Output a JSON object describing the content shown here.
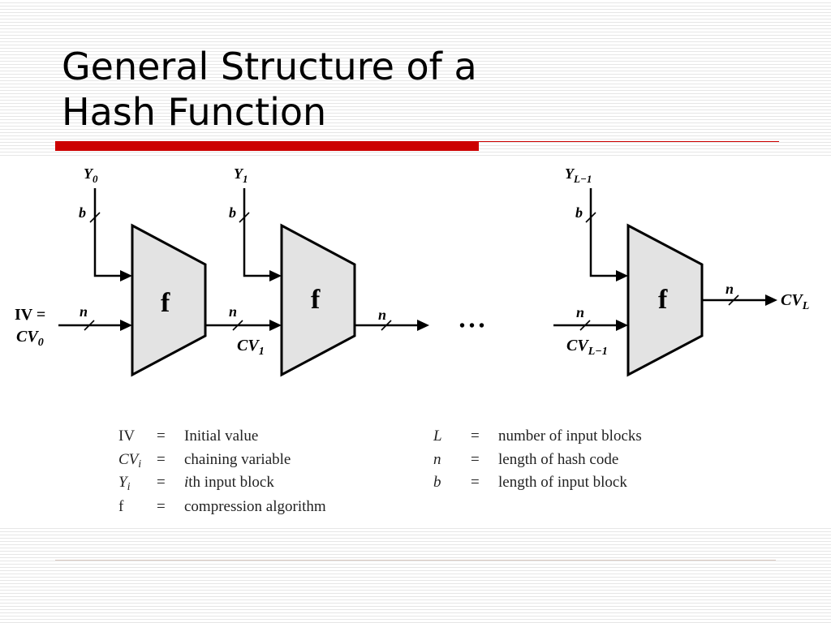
{
  "slide": {
    "title_line1": "General Structure of a",
    "title_line2": "Hash Function",
    "accent_color": "#cc0000"
  },
  "diagram": {
    "inputs": [
      {
        "symbol": "Y",
        "sub": "0"
      },
      {
        "symbol": "Y",
        "sub": "1"
      },
      {
        "symbol": "Y",
        "sub": "L−1"
      }
    ],
    "width_b": "b",
    "width_n": "n",
    "block_label": "f",
    "iv_line1": "IV =",
    "iv_cv": "CV",
    "iv_sub": "0",
    "cv1": "CV",
    "cv1_sub": "1",
    "cvl1": "CV",
    "cvl1_sub": "L−1",
    "cvl": "CV",
    "cvl_sub": "L",
    "ellipsis": "• • •"
  },
  "legend": {
    "left": [
      {
        "term": "IV",
        "term_sub": "",
        "eq": "=",
        "def": "Initial value"
      },
      {
        "term": "CV",
        "term_sub": "i",
        "eq": "=",
        "def": "chaining variable"
      },
      {
        "term": "Y",
        "term_sub": "i",
        "eq": "=",
        "def_prefix": "i",
        "def": "th input block"
      },
      {
        "term": "f",
        "term_sub": "",
        "eq": "=",
        "def": "compression algorithm"
      }
    ],
    "right": [
      {
        "term": "L",
        "eq": "=",
        "def": "number of input blocks"
      },
      {
        "term": "n",
        "eq": "=",
        "def": "length of hash code"
      },
      {
        "term": "b",
        "eq": "=",
        "def": "length of input block"
      }
    ]
  }
}
